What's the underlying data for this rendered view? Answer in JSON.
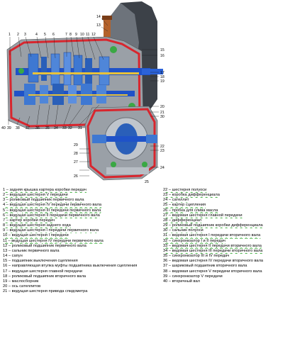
{
  "callouts": [
    "1",
    "2",
    "3",
    "4",
    "5",
    "6",
    "7",
    "8",
    "9",
    "10",
    "11",
    "12",
    "13",
    "14",
    "15",
    "16",
    "17",
    "18",
    "19",
    "20",
    "21",
    "22",
    "23",
    "24",
    "25",
    "26",
    "27",
    "28",
    "29",
    "30",
    "31",
    "32",
    "33",
    "34",
    "35",
    "36",
    "37",
    "38",
    "39",
    "40"
  ],
  "legend_left": [
    "1 – задняя крышка картера коробки передач",
    "2 – ведущая шестерня V передачи",
    "3 – роликовый подшипник первичного вала",
    "4 – ведущая шестерня IV передачи первичного вала",
    "5 – ведущая шестерня III передачи первичного вала",
    "6 – ведущая шестерня II передачи первичного вала",
    "7 – картер коробки передач",
    "8 – ведущая шестерня заднего хода",
    "9 – ведущая шестерня I передачи первичного вала",
    "10 – ведущая шестерня I передачи",
    "11 – ведущая шестерня IV передачи первичного вала",
    "12 – роликовый подшипник первичного вала",
    "13 – сальник первичного вала",
    "14 – сапун",
    "15 – подшипник выключения сцепления",
    "16 – направляющая втулка муфты подшипника выключения сцепления",
    "17 – ведущая шестерня главной передачи",
    "18 – роликовый подшипник вторичного вала",
    "19 – маслосборник",
    "20 – ось сателлитов",
    "21 – ведущая шестерня привода спидометра"
  ],
  "legend_right": [
    "22 – шестерня полуоси",
    "23 – коробка дифференциала",
    "24 – сателлит",
    "25 – картер сцепления",
    "26 – пробка для слива масла",
    "27 – ведомая шестерня главной передачи",
    "28 – дифференциал",
    "29 – роликовый подшипник коробки дифференциала",
    "30 – сальник полуоси",
    "31 – ведомая шестерня I передачи вторичного вала",
    "32 – синхронизатор I и II передач",
    "33 – ведомая шестерня II передачи вторичного вала",
    "34 – ведомая шестерня III передачи вторичного вала",
    "35 – синхронизатор III и IV передач",
    "36 – ведомая шестерня IV передачи вторичного вала",
    "37 – шариковый подшипник вторичного вала",
    "38 – ведомая шестерня V передачи вторичного вала",
    "39 – синхронизатор V передачи",
    "40 – вторичный вал"
  ],
  "colors": {
    "casing": "#8a8f96",
    "cut": "#d8262e",
    "shaft": "#1f52c8",
    "gear": "#4f86d9",
    "bg": "#ffffff",
    "wavy": "#3fae3f"
  }
}
